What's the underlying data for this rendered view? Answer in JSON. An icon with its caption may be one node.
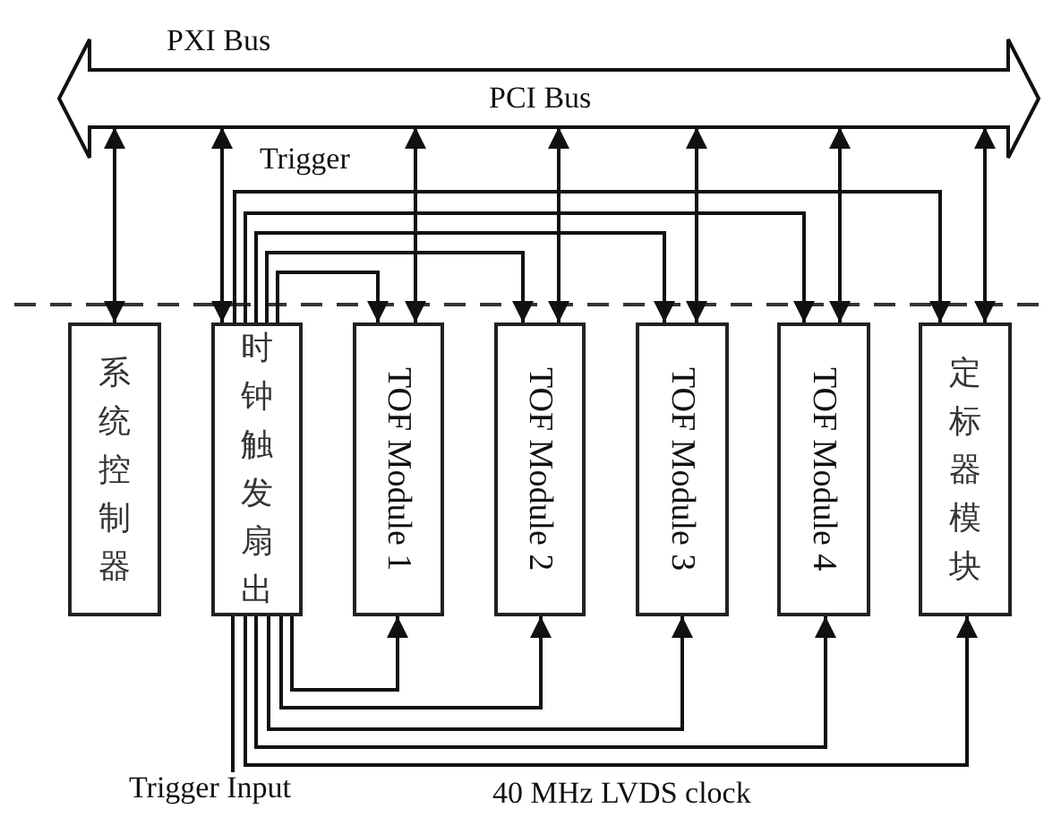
{
  "diagram": {
    "nodes": [
      {
        "text": [
          "PXI Bus",
          "PCI Bus"
        ]
      },
      {
        "text": [
          "系统控制器"
        ]
      },
      {
        "text": [
          "时钟触发扇出"
        ]
      },
      {
        "text": [
          "TOF Module 1"
        ]
      },
      {
        "text": [
          "TOF Module 2"
        ]
      },
      {
        "text": [
          "TOF Module 3"
        ]
      },
      {
        "text": [
          "TOF Module 4"
        ]
      },
      {
        "text": [
          "定标器模块"
        ]
      },
      {
        "text": [
          "Trigger Input"
        ]
      }
    ],
    "edges": [
      {
        "from": 0,
        "to": 1,
        "arrow": "both"
      },
      {
        "from": 0,
        "to": 2,
        "arrow": "both"
      },
      {
        "from": 0,
        "to": 3,
        "arrow": "both"
      },
      {
        "from": 0,
        "to": 4,
        "arrow": "both"
      },
      {
        "from": 0,
        "to": 5,
        "arrow": "both"
      },
      {
        "from": 0,
        "to": 6,
        "arrow": "both"
      },
      {
        "from": 0,
        "to": 7,
        "arrow": "both"
      },
      {
        "from": 2,
        "to": 3,
        "arrow": "to"
      },
      {
        "from": 2,
        "to": 4,
        "arrow": "to"
      },
      {
        "from": 2,
        "to": 5,
        "arrow": "to"
      },
      {
        "from": 2,
        "to": 6,
        "arrow": "to"
      },
      {
        "from": 2,
        "to": 7,
        "arrow": "to"
      },
      {
        "from": 2,
        "to": 3,
        "arrow": "to"
      },
      {
        "from": 2,
        "to": 4,
        "arrow": "to"
      },
      {
        "from": 2,
        "to": 5,
        "arrow": "to"
      },
      {
        "from": 2,
        "to": 6,
        "arrow": "to"
      },
      {
        "from": 2,
        "to": 7,
        "arrow": "to"
      },
      {
        "from": 8,
        "to": 2,
        "arrow": "none"
      }
    ],
    "labels": [
      "Trigger",
      "40 MHz LVDS clock"
    ]
  }
}
